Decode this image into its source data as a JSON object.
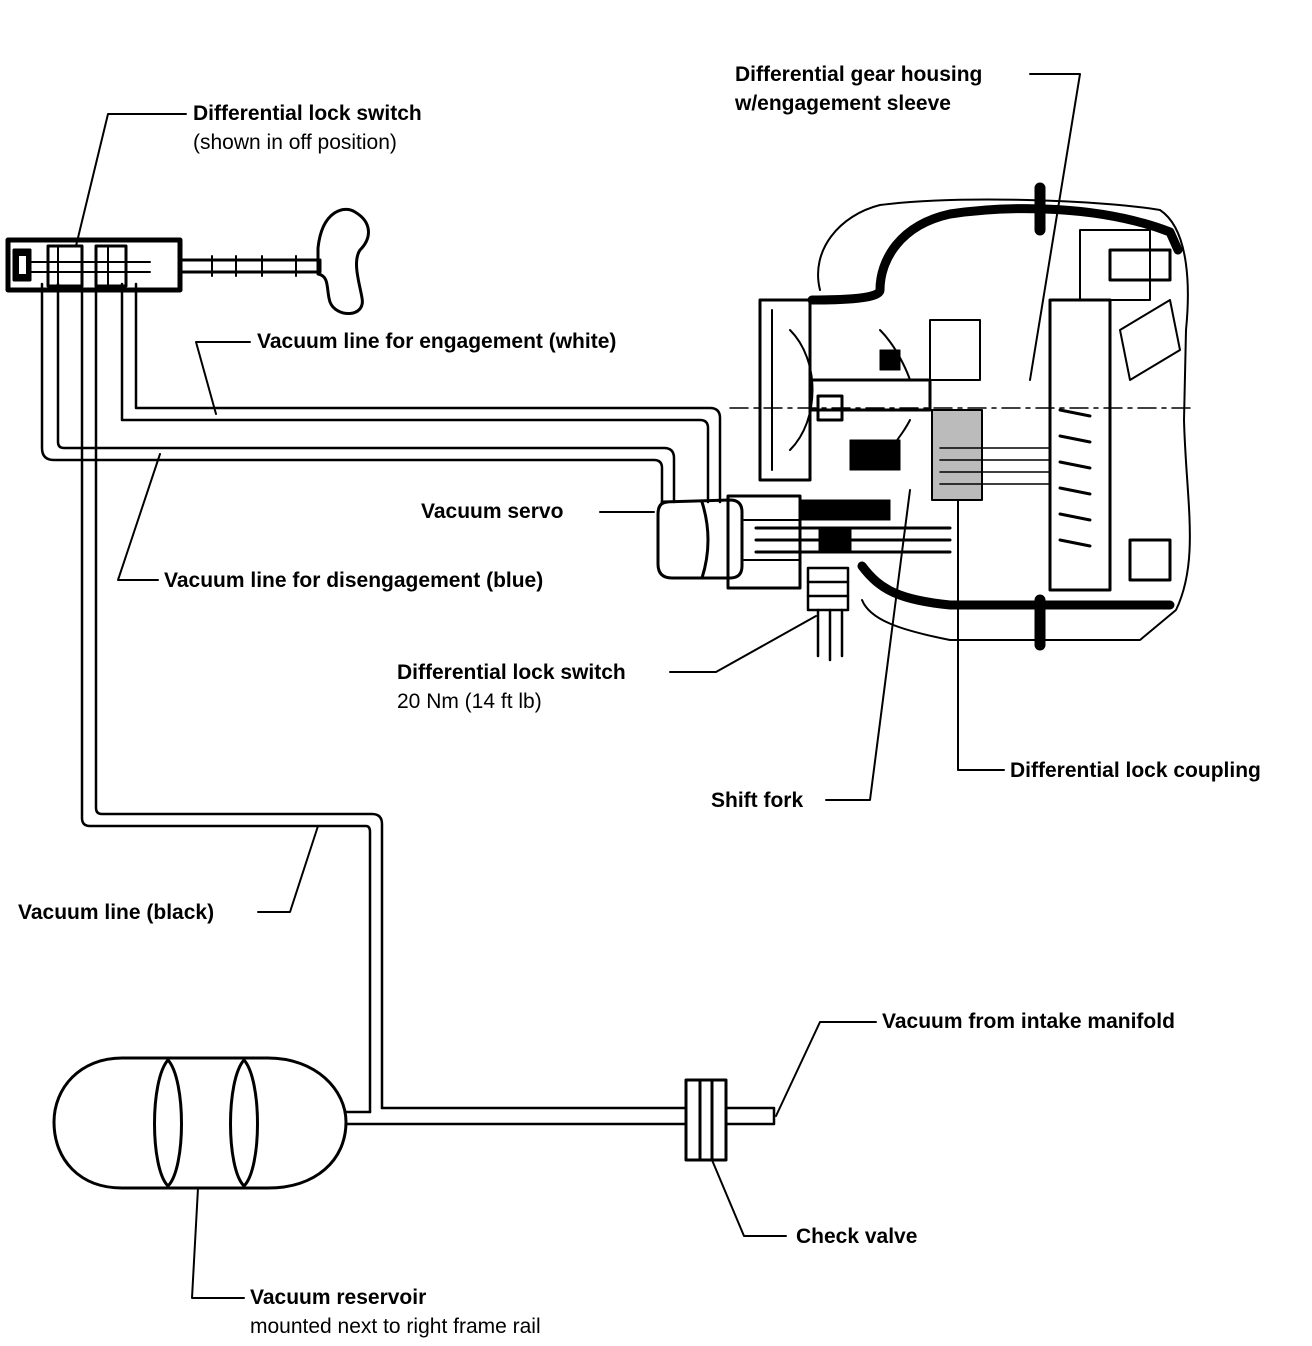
{
  "labels": {
    "switch_top": {
      "title": "Differential lock switch",
      "sub": "(shown in off position)"
    },
    "gear_housing": {
      "line1": "Differential gear housing",
      "line2": "w/engagement sleeve"
    },
    "engagement_line": "Vacuum line for engagement (white)",
    "vacuum_servo": "Vacuum servo",
    "disengagement_line": "Vacuum line for disengagement (blue)",
    "switch_mid": {
      "title": "Differential lock switch",
      "sub": "20 Nm (14 ft lb)"
    },
    "lock_coupling": "Differential lock coupling",
    "shift_fork": "Shift fork",
    "black_line": "Vacuum line (black)",
    "intake": "Vacuum from intake manifold",
    "check_valve": "Check valve",
    "reservoir": {
      "title": "Vacuum reservoir",
      "sub": "mounted next to right frame rail"
    }
  }
}
